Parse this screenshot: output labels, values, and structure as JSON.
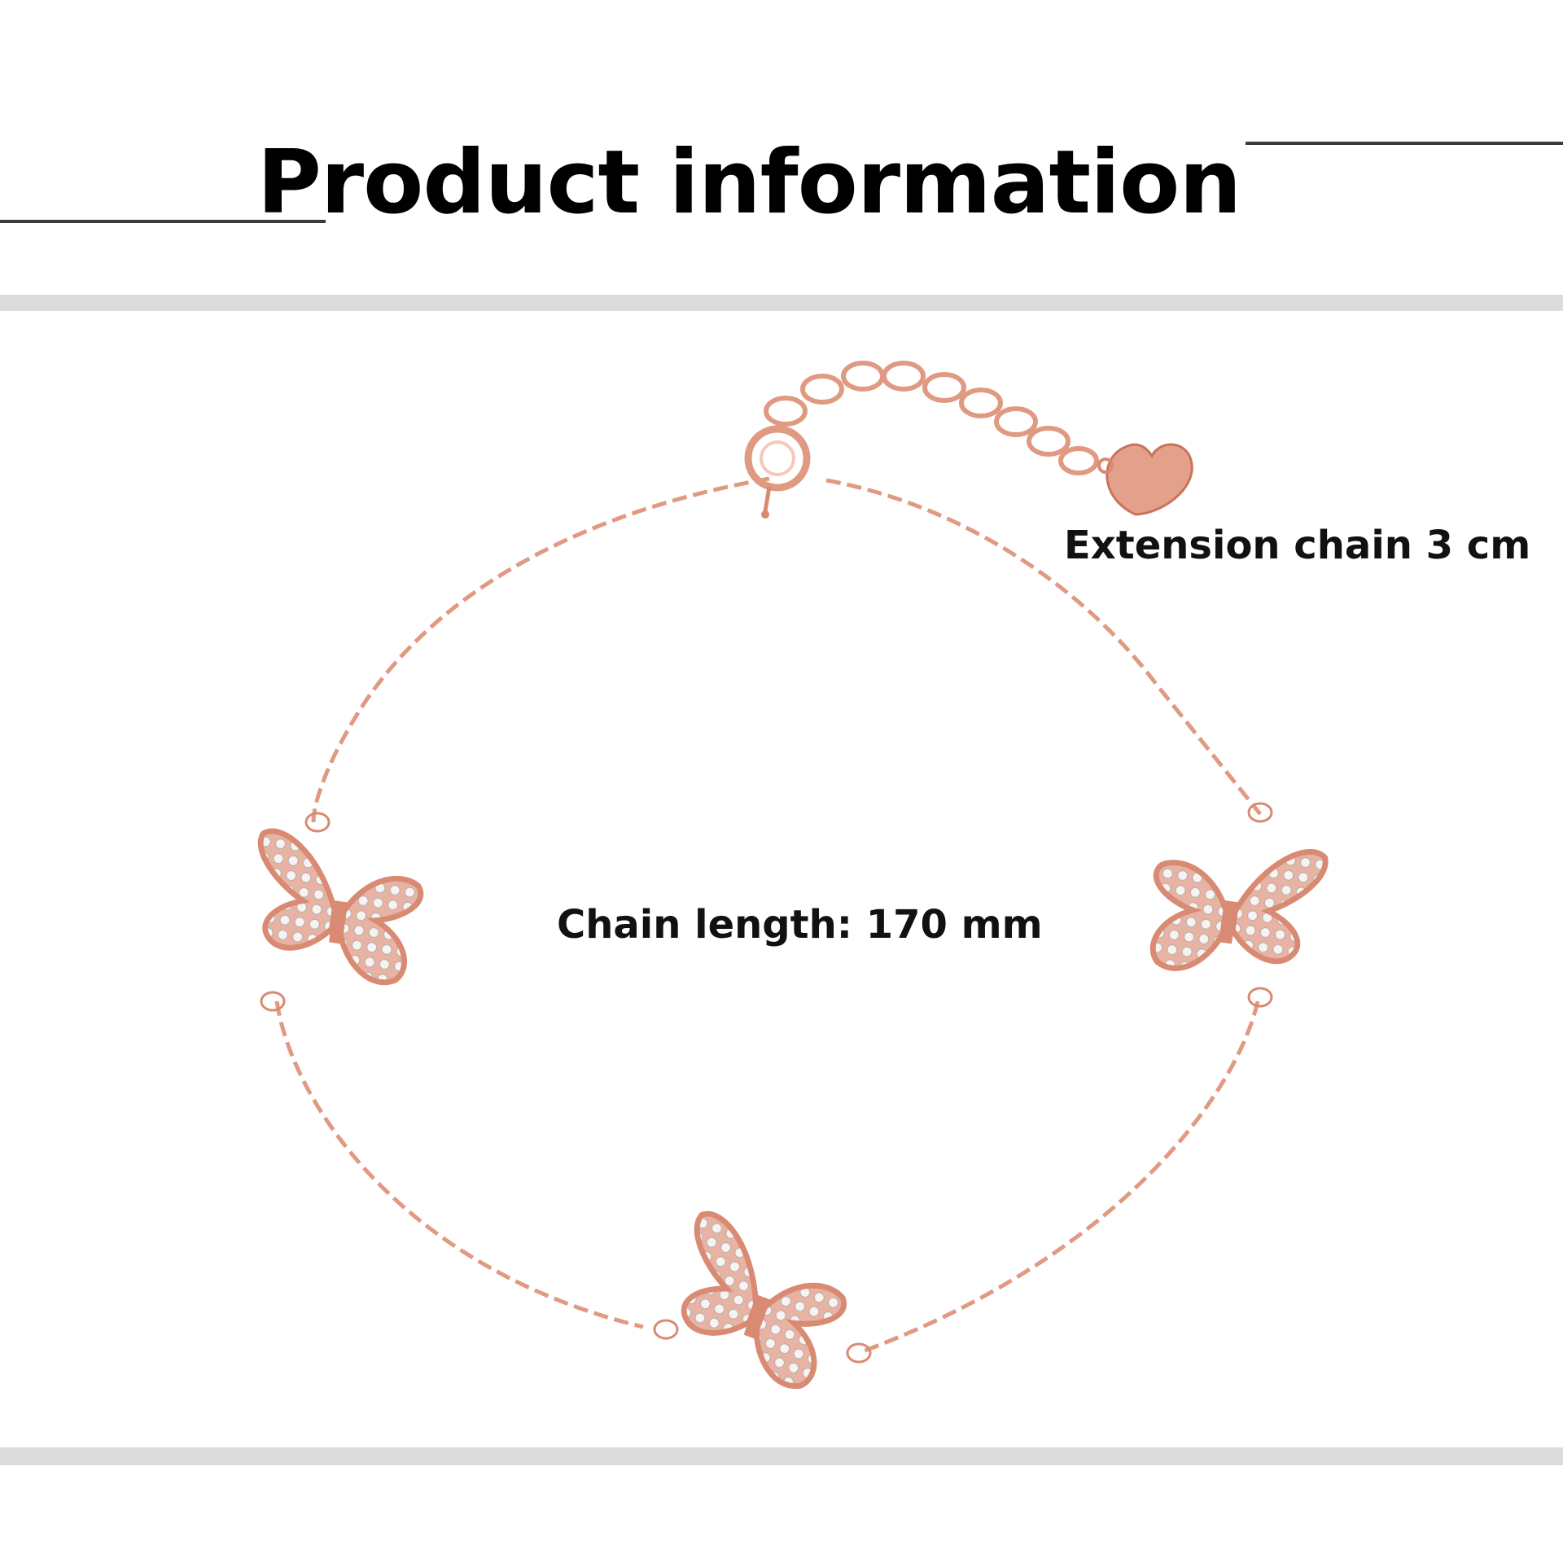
{
  "header": {
    "title": "Product information"
  },
  "product": {
    "extension_label": "Extension chain 3 cm",
    "chain_length_label": "Chain length: 170 mm"
  },
  "colors": {
    "rose_gold": "#e09a82",
    "rose_gold_dark": "#c9735b",
    "crystal": "#f4f1f0",
    "band": "#dcdcdc",
    "rule": "#3a3a3a"
  },
  "icons": {
    "charm": "butterfly-icon",
    "pendant": "heart-icon",
    "clasp": "spring-ring-clasp-icon"
  }
}
